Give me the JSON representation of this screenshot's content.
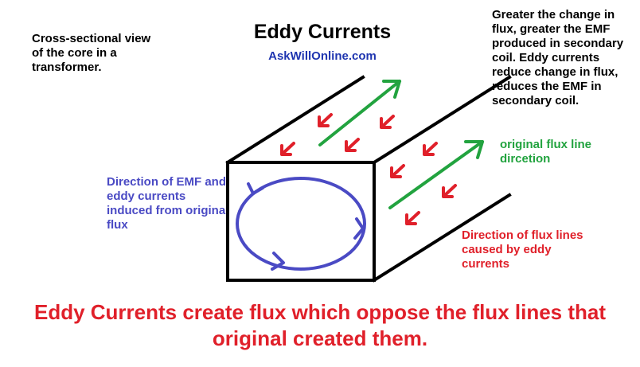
{
  "title": "Eddy Currents",
  "subtitle": "AskWillOnline.com",
  "left_note": "Cross-sectional view of the core in a transformer.",
  "right_note": "Greater the change in flux, greater the EMF produced in secondary coil. Eddy currents reduce change in flux, reduces the EMF in secondary coil.",
  "emf_label": "Direction of EMF and eddy currents induced from original flux",
  "flux_label": "original flux line dircetion",
  "eddy_label": "Direction of flux lines caused by eddy currents",
  "bottom_caption": "Eddy Currents create flux which oppose the flux lines that original created them.",
  "colors": {
    "original_flux": "#22a33f",
    "eddy_flux": "#e0202a",
    "emf_current": "#4a4ac4",
    "core_outline": "#000000",
    "subtitle": "#1f35b0"
  }
}
